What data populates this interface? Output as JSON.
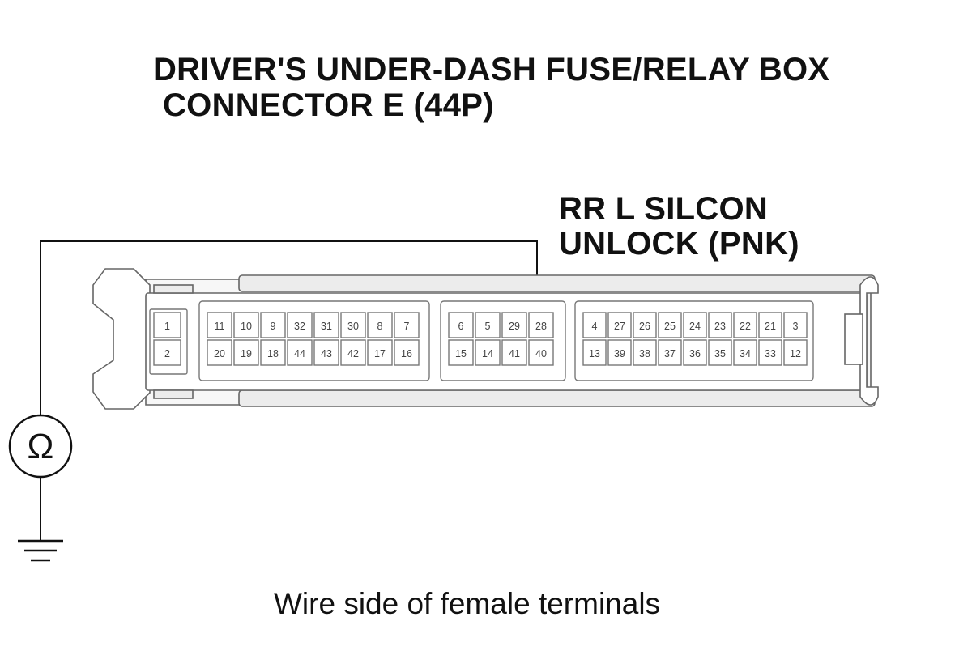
{
  "title": {
    "line1": "DRIVER'S UNDER-DASH FUSE/RELAY BOX",
    "line2": "CONNECTOR E (44P)"
  },
  "callout": {
    "line1": "RR L SILCON",
    "line2": "UNLOCK (PNK)",
    "terminal": "28"
  },
  "meter_symbol": "Ω",
  "caption": "Wire side of female terminals",
  "connector": {
    "group_a": {
      "top": [
        "1"
      ],
      "bottom": [
        "2"
      ]
    },
    "group_b": {
      "top": [
        "11",
        "10",
        "9",
        "32",
        "31",
        "30",
        "8",
        "7"
      ],
      "bottom": [
        "20",
        "19",
        "18",
        "44",
        "43",
        "42",
        "17",
        "16"
      ]
    },
    "group_c": {
      "top": [
        "6",
        "5",
        "29",
        "28"
      ],
      "bottom": [
        "15",
        "14",
        "41",
        "40"
      ]
    },
    "group_d": {
      "top": [
        "4",
        "27",
        "26",
        "25",
        "24",
        "23",
        "22",
        "21",
        "3"
      ],
      "bottom": [
        "13",
        "39",
        "38",
        "37",
        "36",
        "35",
        "34",
        "33",
        "12"
      ]
    }
  }
}
